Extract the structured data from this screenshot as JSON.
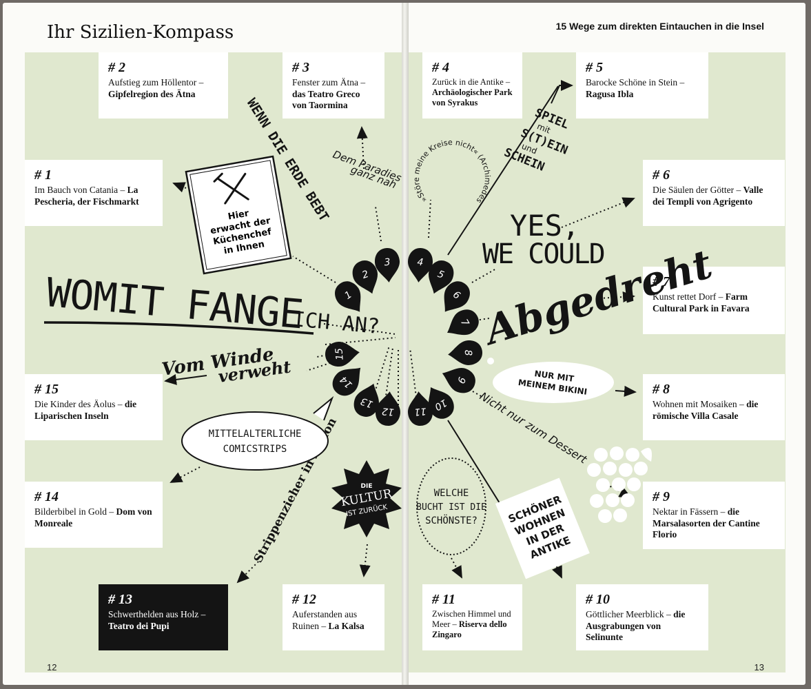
{
  "header": {
    "left_title": "Ihr Sizilien-Kompass",
    "right_title": "15 Wege zum direkten Eintauchen in die Insel"
  },
  "page_numbers": {
    "left": "12",
    "right": "13"
  },
  "entries": [
    {
      "id": "1",
      "num": "# 1",
      "text": "Im Bauch von Catania –",
      "bold": "La Pescheria, der Fischmarkt"
    },
    {
      "id": "2",
      "num": "# 2",
      "text": "Aufstieg zum Höllentor –",
      "bold": "Gipfelregion des Ätna"
    },
    {
      "id": "3",
      "num": "# 3",
      "text": "Fenster zum Ätna –",
      "bold": "das Teatro Greco von Taormina"
    },
    {
      "id": "4",
      "num": "# 4",
      "text": "Zurück in die Antike –",
      "bold": "Archäologischer Park von Syrakus"
    },
    {
      "id": "5",
      "num": "# 5",
      "text": "Barocke Schöne in Stein –",
      "bold": "Ragusa Ibla"
    },
    {
      "id": "6",
      "num": "# 6",
      "text": "Die Säulen der Götter –",
      "bold": "Valle dei Templi von Agrigento"
    },
    {
      "id": "7",
      "num": "# 7",
      "text": "Kunst rettet Dorf –",
      "bold": "Farm Cultural Park in Favara"
    },
    {
      "id": "8",
      "num": "# 8",
      "text": "Wohnen mit Mosaiken –",
      "bold": "die römische Villa Casale"
    },
    {
      "id": "9",
      "num": "# 9",
      "text": "Nektar in Fässern –",
      "bold": "die Marsalasorten der Cantine Florio"
    },
    {
      "id": "10",
      "num": "# 10",
      "text": "Göttlicher Meerblick –",
      "bold": "die Ausgrabungen von Selinunte"
    },
    {
      "id": "11",
      "num": "# 11",
      "text": "Zwischen Himmel und Meer –",
      "bold": "Riserva dello Zingaro"
    },
    {
      "id": "12",
      "num": "# 12",
      "text": "Auferstanden aus Ruinen –",
      "bold": "La Kalsa"
    },
    {
      "id": "13",
      "num": "# 13",
      "text": "Schwerthelden aus Holz –",
      "bold": "Teatro dei Pupi"
    },
    {
      "id": "14",
      "num": "# 14",
      "text": "Bilderbibel in Gold –",
      "bold": "Dom von Monreale"
    },
    {
      "id": "15",
      "num": "# 15",
      "text": "Die Kinder des Äolus –",
      "bold": "die Liparischen Inseln"
    }
  ],
  "compass_numbers": [
    "1",
    "2",
    "3",
    "4",
    "5",
    "6",
    "7",
    "8",
    "9",
    "10",
    "11",
    "12",
    "13",
    "14",
    "15"
  ],
  "slogans": {
    "main_line1": "WOMIT FANGE",
    "main_line2": "ICH AN?",
    "erde": "WENN DIE ERDE BEBT",
    "paradies_1": "Dem Paradies",
    "paradies_2": "ganz nah",
    "kreise": "»Störe meine Kreise nicht« (Archimedes)",
    "spiel_1": "SPIEL",
    "spiel_2": "mit",
    "spiel_3": "S(T)EIN",
    "spiel_4": "und",
    "spiel_5": "SCHEIN",
    "yes_1": "YES,",
    "yes_2": "WE COULD",
    "abgedreht": "Abgedreht",
    "bikini_1": "NUR MIT",
    "bikini_2": "MEINEM BIKINI",
    "dessert": "Nicht nur zum Dessert",
    "schoener_1": "SCHÖNER",
    "schoener_2": "WOHNEN",
    "schoener_3": "IN DER",
    "schoener_4": "ANTIKE",
    "bucht_1": "WELCHE",
    "bucht_2": "BUCHT IST DIE",
    "bucht_3": "SCHÖNSTE?",
    "kultur_1": "DIE",
    "kultur_2": "KULTUR",
    "kultur_3": "IST ZURÜCK",
    "strippen": "Strippenzieher in Aktion",
    "comic_1": "MITTELALTERLICHE",
    "comic_2": "COMICSTRIPS",
    "winde_1": "Vom Winde",
    "winde_2": "verweht",
    "chef_1": "Hier",
    "chef_2": "erwacht der",
    "chef_3": "Küchenchef",
    "chef_4": "in Ihnen"
  },
  "colors": {
    "band": "#e0e8cf",
    "ink": "#141414",
    "paper": "#fbfbf8"
  }
}
